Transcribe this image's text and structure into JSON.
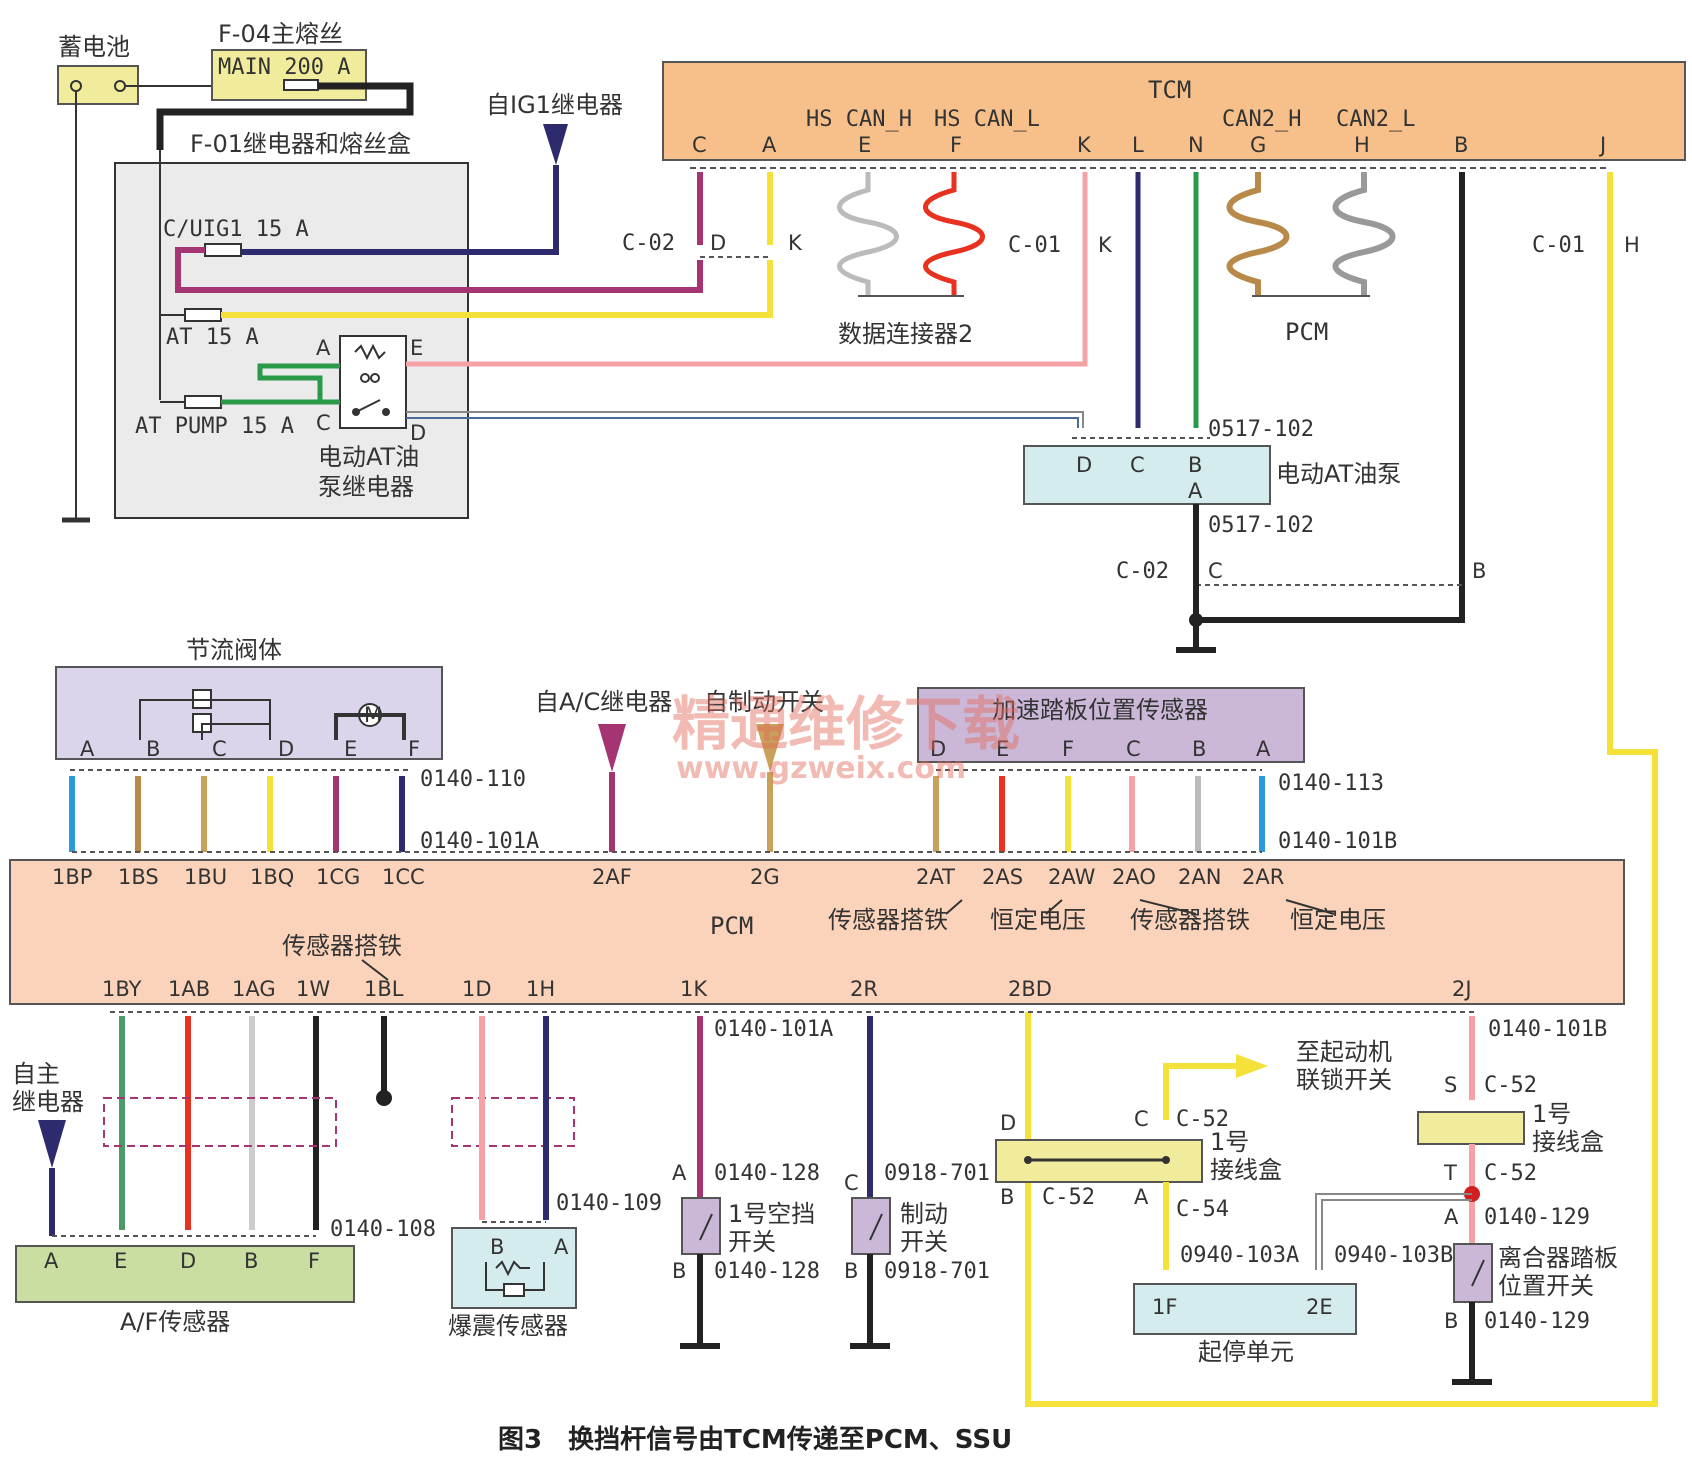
{
  "battery": {
    "label": "蓄电池"
  },
  "main_fuse": {
    "label": "F-04主熔丝",
    "rating": "MAIN 200 A"
  },
  "fuse_box": {
    "label": "F-01继电器和熔丝盒",
    "fuse1": "C/UIG1 15 A",
    "fuse2": "AT 15 A",
    "fuse3": "AT PUMP 15 A"
  },
  "ig1_relay": {
    "label": "自IG1继电器"
  },
  "pump_relay": {
    "label": "电动AT油\n泵继电器",
    "line1": "电动AT油",
    "line2": "泵继电器",
    "pins": [
      "A",
      "E",
      "C",
      "D"
    ]
  },
  "tcm": {
    "label": "TCM",
    "pins": [
      "C",
      "A",
      "E",
      "F",
      "K",
      "L",
      "N",
      "G",
      "H",
      "B",
      "J"
    ],
    "sublabels": [
      "HS CAN_H",
      "HS CAN_L",
      "CAN2_H",
      "CAN2_L"
    ]
  },
  "tcm_connectors": {
    "c02": "C-02",
    "c02_pins": [
      "D",
      "K"
    ],
    "c01_k": "C-01",
    "c01_k_pin": "K",
    "c01_h": "C-01",
    "c01_h_pin": "H"
  },
  "data_connector": {
    "label": "数据连接器2"
  },
  "pcm_twist": {
    "label": "PCM"
  },
  "at_pump": {
    "label": "电动AT油泵",
    "pins": [
      "D",
      "C",
      "B",
      "A"
    ],
    "conn_top": "0517-102",
    "conn_bottom": "0517-102"
  },
  "ground_c02": {
    "label": "C-02",
    "pin_c": "C",
    "pin_b": "B"
  },
  "throttle": {
    "label": "节流阀体",
    "pins": [
      "A",
      "B",
      "C",
      "D",
      "E",
      "F"
    ],
    "conn1": "0140-110",
    "conn2": "0140-101A"
  },
  "ac_relay": {
    "label": "自A/C继电器"
  },
  "brake_switch_src": {
    "label": "自制动开关"
  },
  "watermark": {
    "text": "精通维修下载",
    "url": "www.gzweix.com"
  },
  "app_sensor": {
    "label": "加速踏板位置传感器",
    "pins": [
      "D",
      "E",
      "F",
      "C",
      "B",
      "A"
    ],
    "conn1": "0140-113",
    "conn2": "0140-101B"
  },
  "pcm": {
    "label": "PCM",
    "top_pins": [
      "1BP",
      "1BS",
      "1BU",
      "1BQ",
      "1CG",
      "1CC",
      "2AF",
      "2G",
      "2AT",
      "2AS",
      "2AW",
      "2AO",
      "2AN",
      "2AR"
    ],
    "bottom_pins": [
      "1BY",
      "1AB",
      "1AG",
      "1W",
      "1BL",
      "1D",
      "1H",
      "1K",
      "2R",
      "2BD",
      "2J"
    ],
    "notes": [
      "传感器搭铁",
      "恒定电压",
      "传感器搭铁",
      "恒定电压"
    ],
    "sensor_ground": "传感器搭铁",
    "conn_left": "0140-101A",
    "conn_right": "0140-101B"
  },
  "main_relay": {
    "label": "自主\n继电器",
    "line1": "自主",
    "line2": "继电器"
  },
  "af_sensor": {
    "label": "A/F传感器",
    "pins": [
      "A",
      "E",
      "D",
      "B",
      "F"
    ],
    "conn": "0140-108"
  },
  "knock_sensor": {
    "label": "爆震传感器",
    "pins": [
      "B",
      "A"
    ],
    "conn": "0140-109"
  },
  "neutral_switch": {
    "line1": "1号空挡",
    "line2": "开关",
    "pin_a": "A",
    "pin_b": "B",
    "conn": "0140-128"
  },
  "brake_switch": {
    "line1": "制动",
    "line2": "开关",
    "pin_c": "C",
    "pin_b": "B",
    "conn": "0918-701"
  },
  "starter_interlock": {
    "line1": "至起动机",
    "line2": "联锁开关"
  },
  "junction1": {
    "line1": "1号",
    "line2": "接线盒",
    "pin_d": "D",
    "pin_c": "C",
    "pin_b": "B",
    "pin_a": "A",
    "c52": "C-52",
    "c54": "C-54"
  },
  "junction2": {
    "line1": "1号",
    "line2": "接线盒",
    "pin_s": "S",
    "pin_t": "T",
    "c52": "C-52"
  },
  "stop_start": {
    "label": "起停单元",
    "pins": [
      "1F",
      "2E"
    ],
    "conn_a": "0940-103A",
    "conn_b": "0940-103B"
  },
  "clutch_switch": {
    "line1": "离合器踏板",
    "line2": "位置开关",
    "pin_a": "A",
    "pin_b": "B",
    "conn": "0140-129"
  },
  "caption": "图3　换挡杆信号由TCM传递至PCM、SSU",
  "colors": {
    "tcm_fill": "#f7c08a",
    "pcm_fill": "#fbd3bb",
    "throttle_fill": "#dcd4ea",
    "app_fill": "#cbb8d8",
    "pump_fill": "#d4ecee",
    "af_fill": "#c9dea0",
    "junction_fill": "#f0ec9c",
    "yellow": "#f4e23a"
  }
}
